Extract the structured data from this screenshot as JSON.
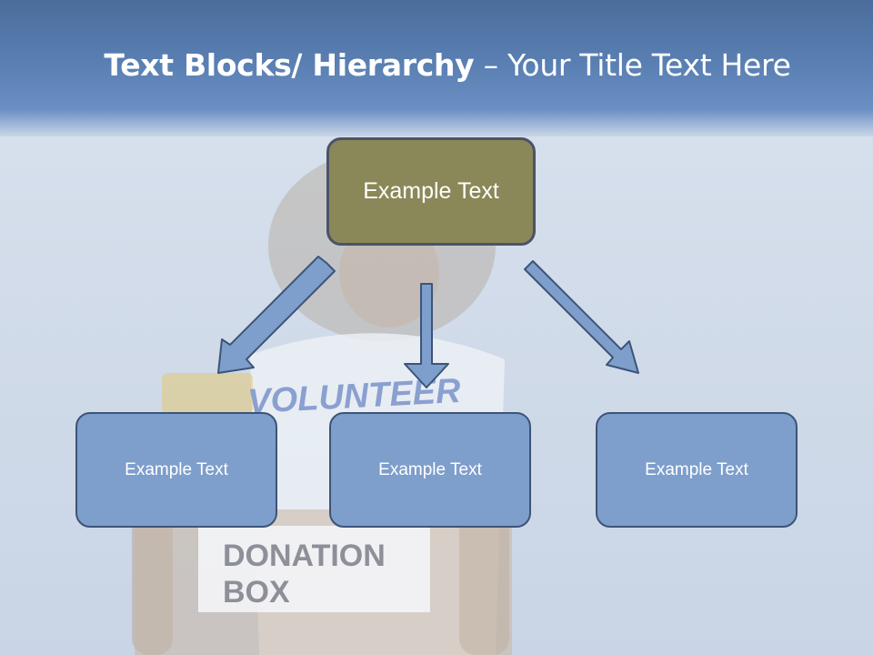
{
  "title": {
    "bold": "Text Blocks/ Hierarchy",
    "rest": " – Your Title Text Here"
  },
  "top_box": {
    "label": "Example Text"
  },
  "child_boxes": [
    {
      "label": "Example Text"
    },
    {
      "label": "Example Text"
    },
    {
      "label": "Example Text"
    }
  ],
  "photo": {
    "shirt_text": "VOLUNTEER",
    "box_text_line1": "DONATION",
    "box_text_line2": "BOX"
  },
  "colors": {
    "top_box_fill": "#8a8858",
    "child_box_fill": "#7e9ecb",
    "arrow_fill": "#7e9ecb",
    "border": "#3d5478"
  }
}
